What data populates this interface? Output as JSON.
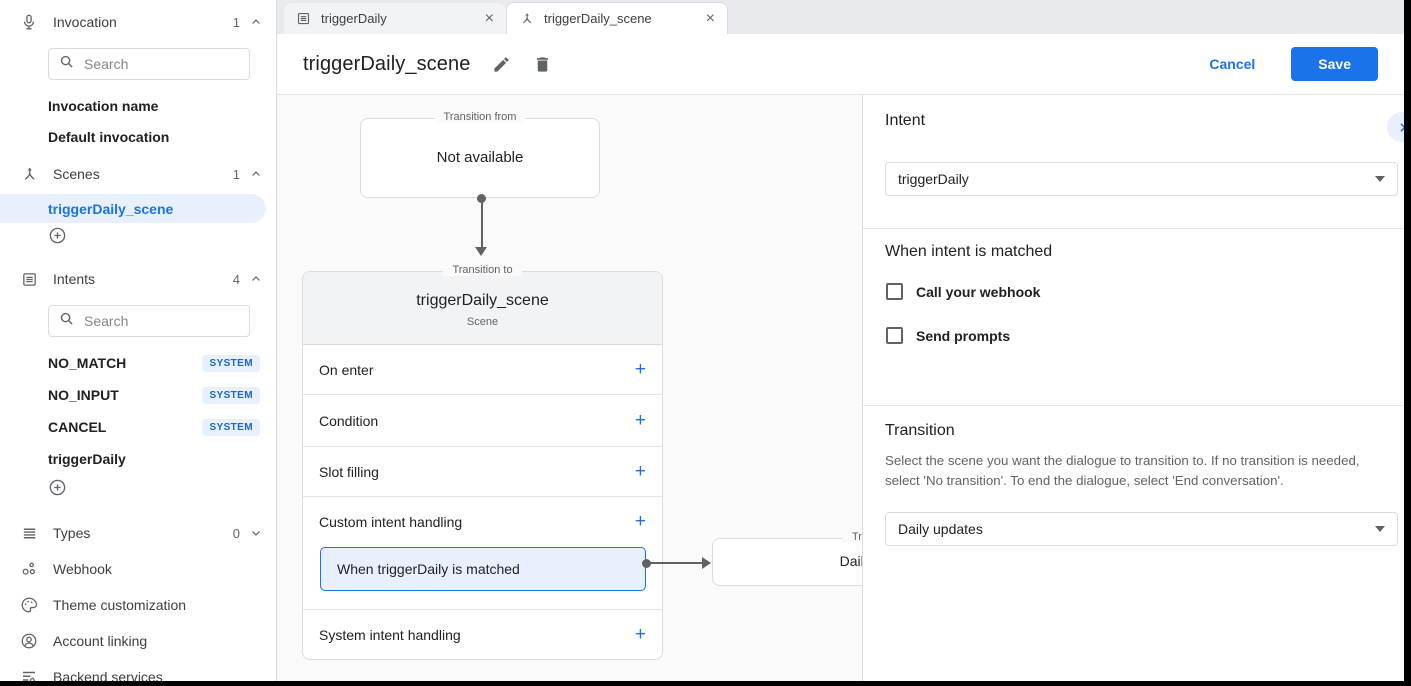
{
  "colors": {
    "accent": "#1a73e8",
    "selection_bg": "#e8f0fe",
    "badge_text": "#1967d2",
    "border": "#dadce0"
  },
  "sidebar": {
    "invocation": {
      "label": "Invocation",
      "count": "1",
      "search_placeholder": "Search",
      "items": [
        {
          "label": "Invocation name"
        },
        {
          "label": "Default invocation"
        }
      ]
    },
    "scenes": {
      "label": "Scenes",
      "count": "1",
      "items": [
        {
          "label": "triggerDaily_scene",
          "selected": true
        }
      ]
    },
    "intents": {
      "label": "Intents",
      "count": "4",
      "search_placeholder": "Search",
      "items": [
        {
          "label": "NO_MATCH",
          "badge": "SYSTEM"
        },
        {
          "label": "NO_INPUT",
          "badge": "SYSTEM"
        },
        {
          "label": "CANCEL",
          "badge": "SYSTEM"
        },
        {
          "label": "triggerDaily",
          "badge": ""
        }
      ]
    },
    "types": {
      "label": "Types",
      "count": "0"
    },
    "links": [
      {
        "label": "Webhook"
      },
      {
        "label": "Theme customization"
      },
      {
        "label": "Account linking"
      },
      {
        "label": "Backend services"
      }
    ]
  },
  "tabs": [
    {
      "label": "triggerDaily",
      "close": "×"
    },
    {
      "label": "triggerDaily_scene",
      "close": "×"
    }
  ],
  "header": {
    "title": "triggerDaily_scene",
    "cancel_label": "Cancel",
    "save_label": "Save"
  },
  "canvas": {
    "transition_from": {
      "legend": "Transition from",
      "text": "Not available"
    },
    "scene_card": {
      "legend": "Transition to",
      "title": "triggerDaily_scene",
      "subtitle": "Scene",
      "add_label": "+",
      "rows": [
        "On enter",
        "Condition",
        "Slot filling",
        "Custom intent handling",
        "System intent handling"
      ],
      "selected_handler": "When triggerDaily is matched"
    },
    "target_box": {
      "legend": "Transition to",
      "text": "Daily updates"
    }
  },
  "panel": {
    "intent": {
      "heading": "Intent",
      "value": "triggerDaily"
    },
    "matched": {
      "heading": "When intent is matched",
      "checkboxes": [
        {
          "label": "Call your webhook"
        },
        {
          "label": "Send prompts"
        }
      ]
    },
    "transition": {
      "heading": "Transition",
      "description": "Select the scene you want the dialogue to transition to. If no transition is needed, select 'No transition'. To end the dialogue, select 'End conversation'.",
      "value": "Daily updates"
    }
  }
}
